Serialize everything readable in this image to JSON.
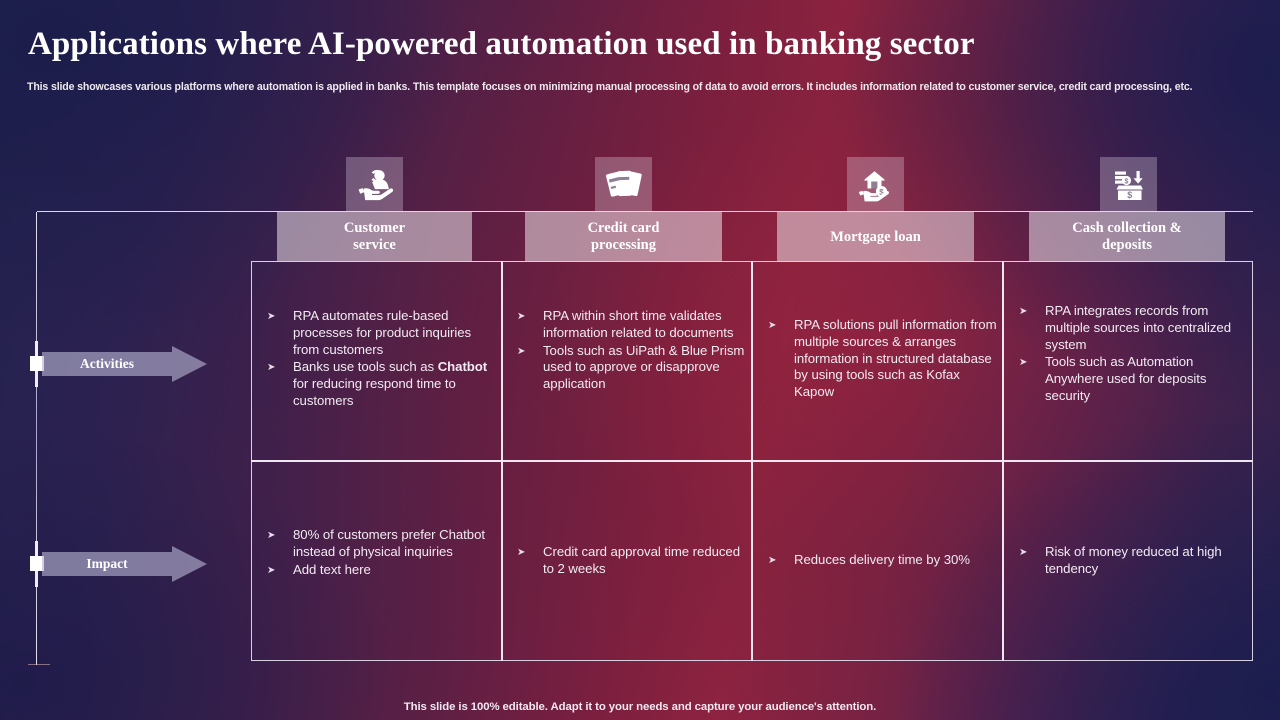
{
  "slide": {
    "title": "Applications where AI-powered automation used in banking sector",
    "subtitle": "This slide showcases various platforms where automation is applied in banks. This template focuses on minimizing manual processing of data to avoid errors. It includes information related to customer service, credit card processing, etc.",
    "footer": "This slide is 100% editable. Adapt it to your needs and capture your audience's attention."
  },
  "colors": {
    "title_text": "#ffffff",
    "header_bar": "rgba(236,225,234,0.55)",
    "arrow_fill": "rgba(182,180,210,0.62)",
    "grid_line": "#e6dcea",
    "background_navy": "#23224f",
    "background_crimson": "#8e2340"
  },
  "row_labels": [
    {
      "label": "Activities",
      "icon": "arrow-right-shape"
    },
    {
      "label": "Impact",
      "icon": "arrow-right-shape"
    }
  ],
  "columns": [
    {
      "header": "Customer service",
      "header_line1": "Customer",
      "header_line2": "service",
      "icon": "customer-service-icon",
      "activities": [
        {
          "text": "RPA automates rule-based processes for product inquiries from customers"
        },
        {
          "text": "Banks use  tools such as Chatbot for reducing respond time to customers",
          "bold": "Chatbot"
        }
      ],
      "impact": [
        {
          "text": "80% of customers prefer Chatbot instead of physical inquiries"
        },
        {
          "text": "Add text here"
        }
      ]
    },
    {
      "header": "Credit card processing",
      "header_line1": "Credit card",
      "header_line2": "processing",
      "icon": "credit-cards-icon",
      "activities": [
        {
          "text": "RPA within short time validates information related to documents"
        },
        {
          "text": "Tools such as UiPath  & Blue Prism used to approve or disapprove application"
        }
      ],
      "impact": [
        {
          "text": "Credit card approval time reduced to 2 weeks"
        }
      ]
    },
    {
      "header": "Mortgage loan",
      "header_line1": "Mortgage loan",
      "header_line2": "",
      "icon": "mortgage-house-icon",
      "activities": [
        {
          "text": "RPA solutions pull information from multiple sources & arranges information in structured database by using tools such as Kofax Kapow"
        }
      ],
      "impact": [
        {
          "text": "Reduces delivery time by 30%"
        }
      ]
    },
    {
      "header": "Cash collection & deposits",
      "header_line1": "Cash collection &",
      "header_line2": "deposits",
      "icon": "cash-deposit-icon",
      "activities": [
        {
          "text": "RPA integrates records from multiple sources into centralized system"
        },
        {
          "text": "Tools such as Automation Anywhere used for deposits security"
        }
      ],
      "impact": [
        {
          "text": "Risk of money reduced at high tendency"
        }
      ]
    }
  ],
  "bullet_glyph": "➤"
}
